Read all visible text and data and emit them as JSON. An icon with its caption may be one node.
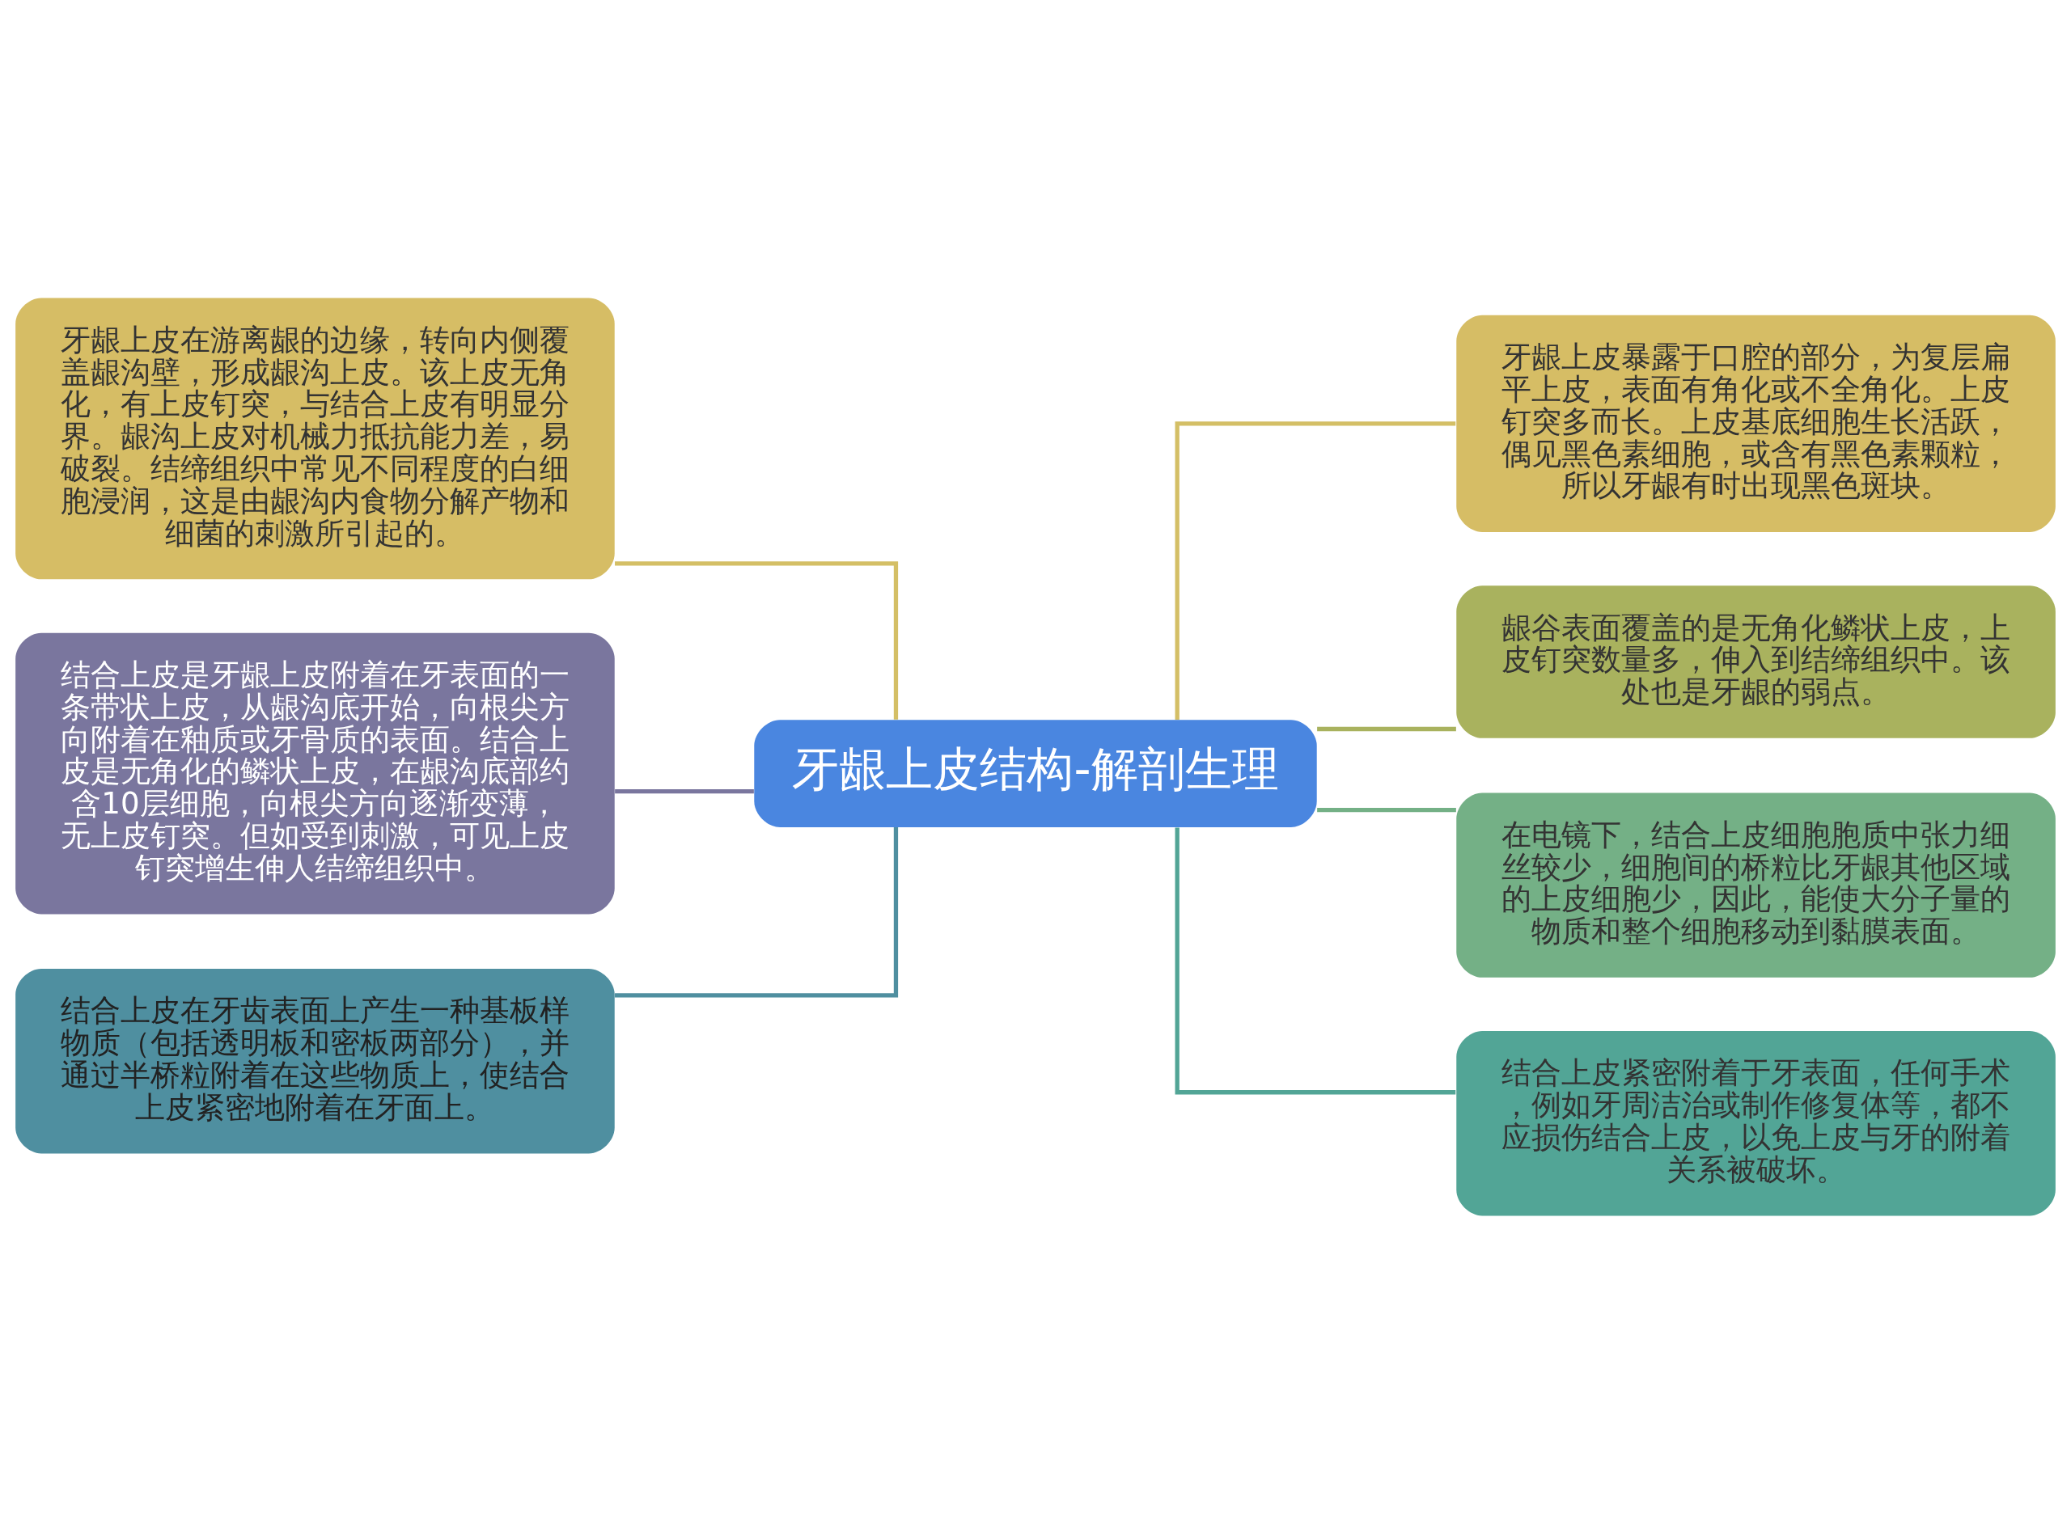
{
  "diagram": {
    "nodes": [
      {
        "text": [
          "牙龈上皮结构-解剖生理"
        ]
      },
      {
        "text": [
          "牙龈上皮在游离龈的边缘，转向内侧覆盖龈沟壁，形成龈沟上皮。该上皮无角化，有上皮钉突，与结合上皮有明显分界。龈沟上皮对机械力抵抗能力差，易破裂。结缔组织中常见不同程度的白细胞浸润，这是由龈沟内食物分解产物和细菌的刺激所引起的。"
        ]
      },
      {
        "text": [
          "结合上皮是牙龈上皮附着在牙表面的一条带状上皮，从龈沟底开始，向根尖方向附着在釉质或牙骨质的表面。结合上皮是无角化的鳞状上皮，在龈沟底部约含10层细胞，向根尖方向逐渐变薄，无上皮钉突。但如受到刺激，可见上皮钉突增生伸人结缔组织中。"
        ]
      },
      {
        "text": [
          "结合上皮在牙齿表面上产生一种基板样物质（包括透明板和密板两部分），并通过半桥粒附着在这些物质上，使结合上皮紧密地附着在牙面上。"
        ]
      },
      {
        "text": [
          "牙龈上皮暴露于口腔的部分，为复层扁平上皮，表面有角化或不全角化。上皮钉突多而长。上皮基底细胞生长活跃，偶见黑色素细胞，或含有黑色素颗粒，所以牙龈有时出现黑色斑块。"
        ]
      },
      {
        "text": [
          "龈谷表面覆盖的是无角化鳞状上皮，上皮钉突数量多，伸入到结缔组织中。该处也是牙龈的弱点。"
        ]
      },
      {
        "text": [
          "在电镜下，结合上皮细胞胞质中张力细丝较少，细胞间的桥粒比牙龈其他区域的上皮细胞少，因此，能使大分子量的物质和整个细胞移动到黏膜表面。"
        ]
      },
      {
        "text": [
          "结合上皮紧密附着于牙表面，任何手术，例如牙周洁治或制作修复体等，都不应损伤结合上皮，以免上皮与牙的附着关系被破坏。"
        ]
      }
    ],
    "edges": [
      {
        "from": 0,
        "to": 1,
        "arrow": "none",
        "color": "#d4bf66"
      },
      {
        "from": 0,
        "to": 2,
        "arrow": "none",
        "color": "#7a769e"
      },
      {
        "from": 0,
        "to": 3,
        "arrow": "none",
        "color": "#4f8fa0"
      },
      {
        "from": 0,
        "to": 4,
        "arrow": "none",
        "color": "#d4bf66"
      },
      {
        "from": 0,
        "to": 5,
        "arrow": "none",
        "color": "#a9b25e"
      },
      {
        "from": 0,
        "to": 6,
        "arrow": "none",
        "color": "#74b086"
      },
      {
        "from": 0,
        "to": 7,
        "arrow": "none",
        "color": "#52a596"
      }
    ]
  }
}
